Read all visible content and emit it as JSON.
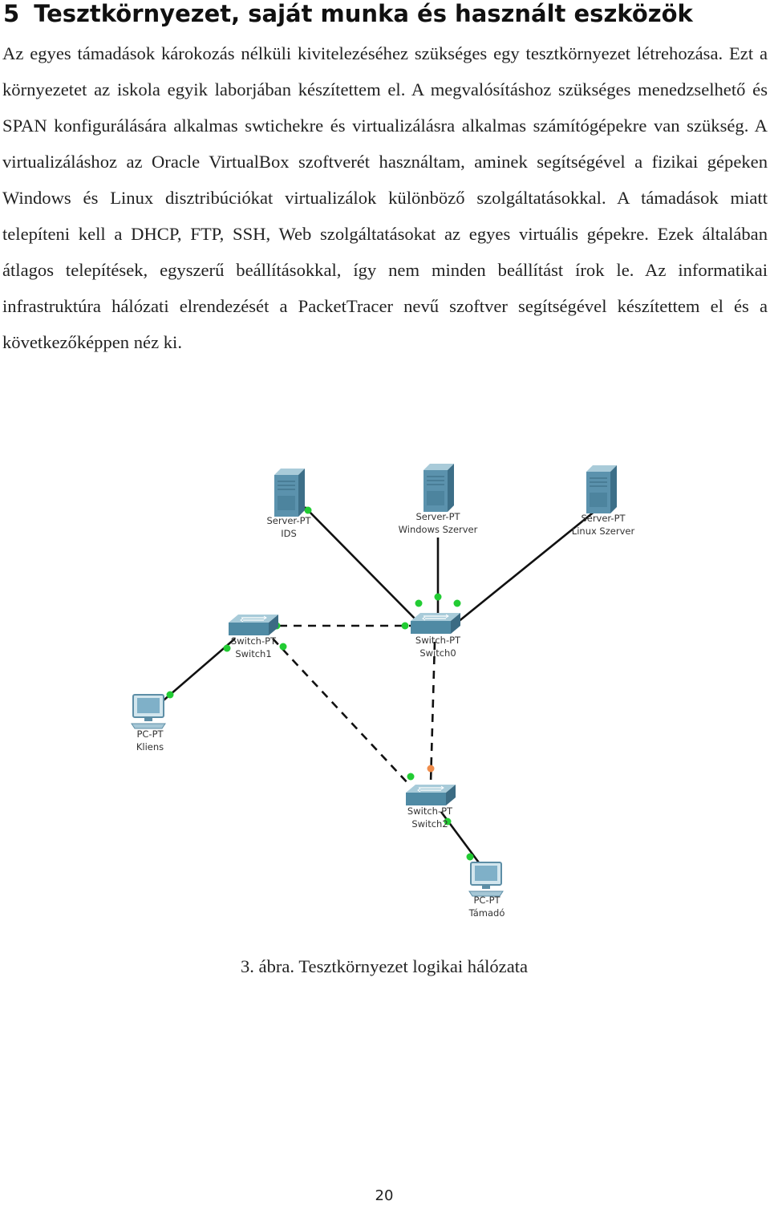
{
  "section": {
    "number": "5",
    "title": "Tesztkörnyezet, saját munka és használt eszközök"
  },
  "paragraph": "Az egyes támadások károkozás nélküli kivitelezéséhez szükséges egy tesztkörnyezet létrehozása. Ezt a környezetet az iskola egyik laborjában készítettem el. A megvalósításhoz szükséges menedzselhető és SPAN konfigurálására alkalmas swtichekre és virtualizálásra alkalmas számítógépekre van szükség. A virtualizáláshoz az Oracle VirtualBox szoftverét használtam, aminek segítségével a fizikai gépeken Windows és Linux disztribúciókat virtualizálok különböző szolgáltatásokkal. A támadások miatt telepíteni kell a DHCP, FTP, SSH, Web szolgáltatásokat az egyes virtuális gépekre. Ezek általában átlagos telepítések, egyszerű beállításokkal, így nem minden beállítást írok le. Az informatikai infrastruktúra hálózati elrendezését a PacketTracer nevű szoftver segítségével készítettem el és a következőképpen néz ki.",
  "diagram": {
    "nodes": {
      "server_ids": {
        "type": "Server-PT",
        "name": "IDS"
      },
      "server_windows": {
        "type": "Server-PT",
        "name": "Windows Szerver"
      },
      "server_linux": {
        "type": "Server-PT",
        "name": "Linux Szerver"
      },
      "switch1": {
        "type": "Switch-PT",
        "name": "Switch1"
      },
      "switch0": {
        "type": "Switch-PT",
        "name": "Switch0"
      },
      "switch2": {
        "type": "Switch-PT",
        "name": "Switch2"
      },
      "pc_kliens": {
        "type": "PC-PT",
        "name": "Kliens"
      },
      "pc_tamado": {
        "type": "PC-PT",
        "name": "Támadó"
      }
    },
    "colors": {
      "link": "#111111",
      "port_up": "#22cc33",
      "port_pending": "#f08c4a",
      "device": "#5a8fa8"
    }
  },
  "caption": "3. ábra. Tesztkörnyezet logikai hálózata",
  "page_number": "20"
}
